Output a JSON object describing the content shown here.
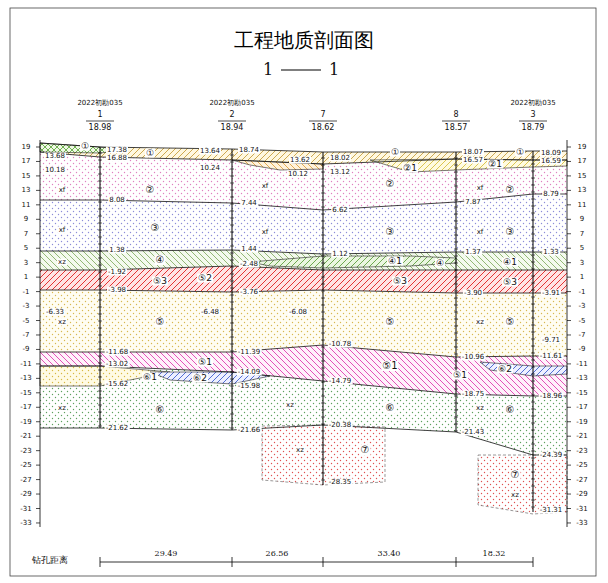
{
  "diagram": {
    "title": "工程地质剖面图",
    "labels": [
      "1",
      "1",
      "2022初勘035",
      "1",
      "18.98",
      "2022初勘035",
      "2",
      "18.94",
      "7",
      "18.62",
      "8",
      "18.57",
      "2022初勘035",
      "3",
      "18.79",
      "19",
      "17",
      "15",
      "13",
      "11",
      "9",
      "7",
      "5",
      "3",
      "1",
      "-1",
      "-3",
      "-5",
      "-7",
      "-9",
      "-11",
      "-13",
      "-15",
      "-17",
      "-19",
      "-21",
      "-23",
      "-25",
      "-27",
      "-29",
      "-31",
      "-33",
      "19",
      "17",
      "15",
      "13",
      "11",
      "9",
      "7",
      "5",
      "3",
      "1",
      "-1",
      "-3",
      "-5",
      "-7",
      "-9",
      "-11",
      "-13",
      "-15",
      "-17",
      "-19",
      "-21",
      "-23",
      "-25",
      "-27",
      "-29",
      "-31",
      "-33",
      "①",
      "①",
      "①",
      "①",
      "②1",
      "②1",
      "②",
      "②",
      "②",
      "③",
      "③",
      "③",
      "④",
      "④1",
      "④",
      "④1",
      "⑤2",
      "⑤3",
      "⑤3",
      "⑤3",
      "⑤",
      "⑤",
      "⑤",
      "⑤1",
      "⑥2",
      "⑥1",
      "⑤1",
      "⑤1",
      "⑥2",
      "⑥",
      "⑥",
      "⑥",
      "⑦",
      "⑦",
      "xf",
      "xf",
      "xf",
      "xf",
      "xf",
      "xf",
      "xz",
      "xz",
      "xz",
      "xz",
      "xz",
      "xz",
      "xz",
      "xz",
      "17.38",
      "16.88",
      "13.68",
      "10.18",
      "8.08",
      "1.38",
      "-1.92",
      "-3.98",
      "-6.33",
      "-11.68",
      "-13.02",
      "-15.62",
      "-21.62",
      "18.74",
      "13.64",
      "10.24",
      "7.44",
      "1.44",
      "-2.48",
      "-3.76",
      "-6.48",
      "-11.39",
      "-14.09",
      "-15.98",
      "-21.66",
      "18.02",
      "13.62",
      "13.12",
      "10.12",
      "6.62",
      "1.12",
      "-6.08",
      "-10.78",
      "-14.79",
      "-20.38",
      "-28.35",
      "18.07",
      "16.57",
      "7.87",
      "1.37",
      "-3.90",
      "-10.96",
      "-18.75",
      "-21.43",
      "18.09",
      "16.59",
      "8.79",
      "1.33",
      "-3.91",
      "-9.71",
      "-11.61",
      "-18.96",
      "-24.39",
      "-31.31",
      "钻孔距离",
      "29.49",
      "26.56",
      "33.40",
      "18.32"
    ]
  }
}
